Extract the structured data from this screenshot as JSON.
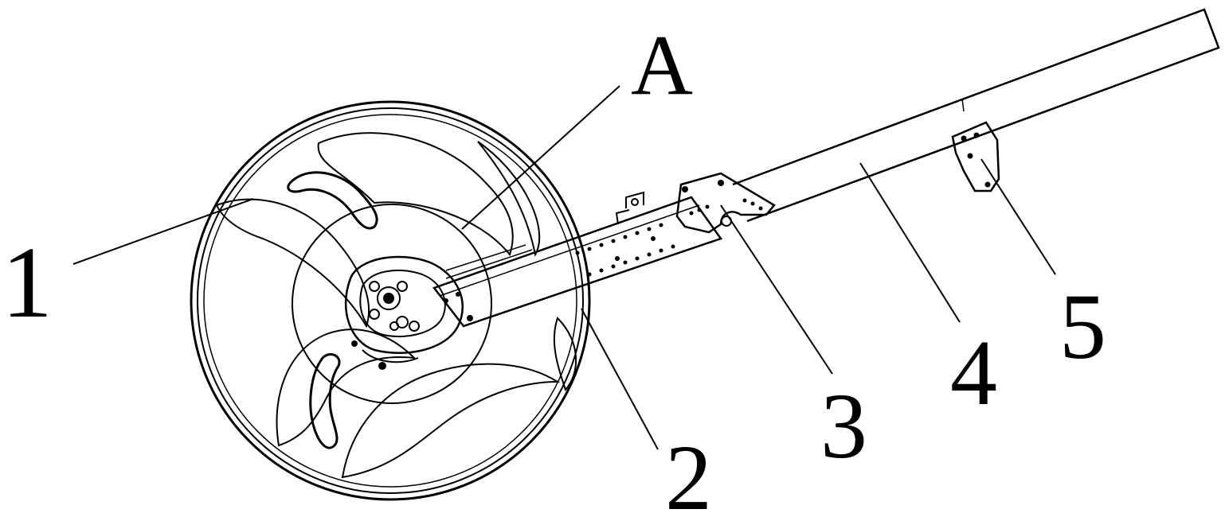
{
  "figure": {
    "callouts": [
      {
        "id": "A",
        "text": "A"
      },
      {
        "id": "1",
        "text": "1"
      },
      {
        "id": "2",
        "text": "2"
      },
      {
        "id": "3",
        "text": "3"
      },
      {
        "id": "4",
        "text": "4"
      },
      {
        "id": "5",
        "text": "5"
      }
    ]
  }
}
